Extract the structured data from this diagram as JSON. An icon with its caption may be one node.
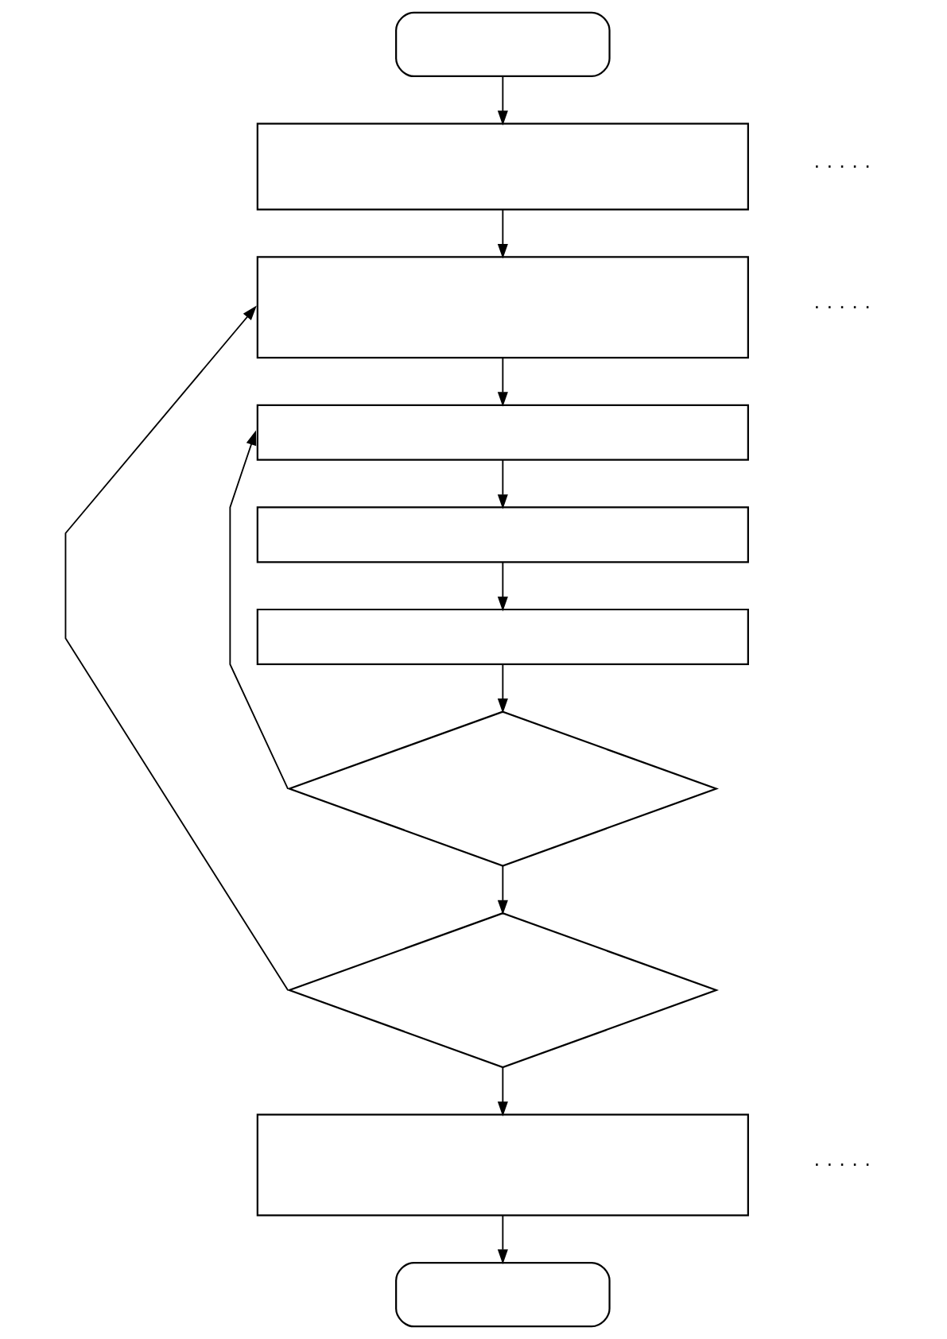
{
  "diagram": {
    "nodes": [
      {
        "text": [],
        "shape": "oval"
      },
      {
        "text": [],
        "shape": "box",
        "beside": [
          "· · · · ·"
        ]
      },
      {
        "text": [],
        "shape": "box",
        "beside": [
          "· · · · ·"
        ]
      },
      {
        "text": [],
        "shape": "box"
      },
      {
        "text": [],
        "shape": "box"
      },
      {
        "text": [],
        "shape": "box"
      },
      {
        "text": [],
        "shape": "diamond"
      },
      {
        "text": [],
        "shape": "diamond"
      },
      {
        "text": [],
        "shape": "box",
        "beside": [
          "· · · · ·"
        ]
      },
      {
        "text": [],
        "shape": "oval"
      }
    ],
    "edges": [
      {
        "from": 0,
        "to": 1,
        "arrow": "to"
      },
      {
        "from": 1,
        "to": 2,
        "arrow": "to"
      },
      {
        "from": 2,
        "to": 3,
        "arrow": "to"
      },
      {
        "from": 3,
        "to": 4,
        "arrow": "to"
      },
      {
        "from": 4,
        "to": 5,
        "arrow": "to"
      },
      {
        "from": 5,
        "to": 6,
        "arrow": "to"
      },
      {
        "from": 6,
        "to": 3,
        "arrow": "to"
      },
      {
        "from": 6,
        "to": 7,
        "arrow": "to"
      },
      {
        "from": 7,
        "to": 2,
        "arrow": "to"
      },
      {
        "from": 7,
        "to": 8,
        "arrow": "to"
      },
      {
        "from": 8,
        "to": 9,
        "arrow": "to"
      }
    ]
  }
}
